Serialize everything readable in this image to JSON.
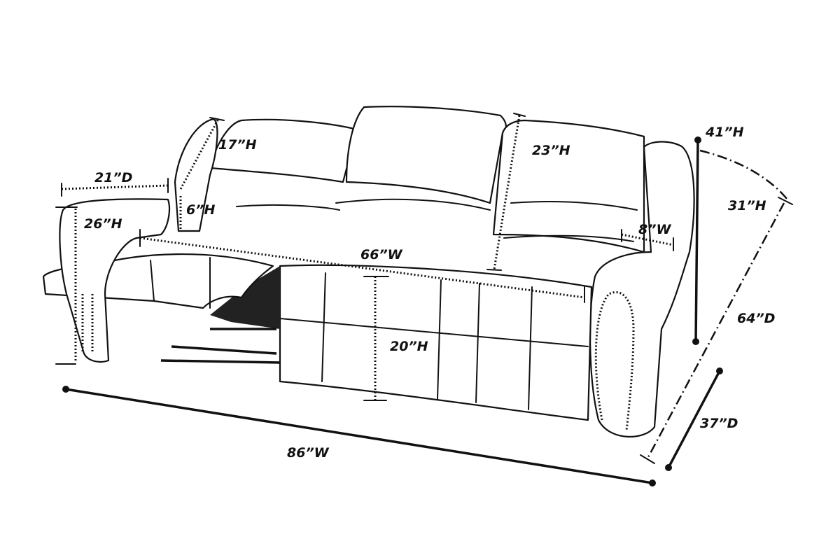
{
  "dimensions": {
    "back_cushion_left_height": "17”H",
    "arm_depth": "21”D",
    "arm_to_seat_height": "6”H",
    "arm_height": "26”H",
    "seat_width": "66”W",
    "back_cushion_height": "23”H",
    "arm_width": "8”W",
    "overall_height": "41”H",
    "back_height": "31”H",
    "reclined_depth": "64”D",
    "seat_height": "20”H",
    "overall_depth": "37”D",
    "overall_width": "86”W"
  }
}
